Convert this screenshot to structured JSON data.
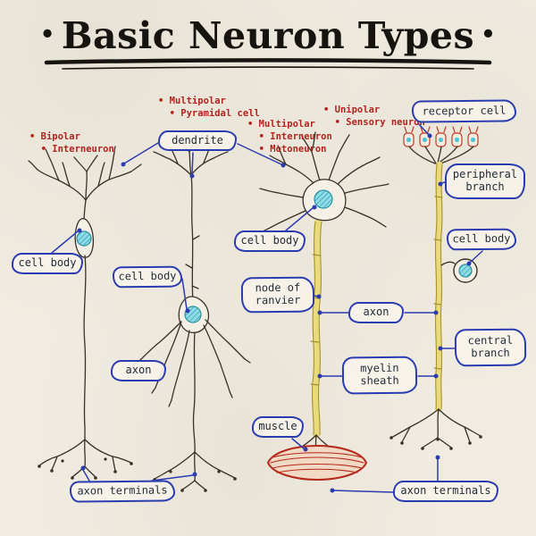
{
  "title": {
    "left_dot": "•",
    "text": "Basic Neuron Types",
    "right_dot": "•"
  },
  "type_labels": [
    {
      "id": "bipolar",
      "text": "• Bipolar\n  • Interneuron"
    },
    {
      "id": "pyramidal",
      "text": "• Multipolar\n  • Pyramidal cell"
    },
    {
      "id": "motoneuron",
      "text": "• Multipolar\n  • Interneuron\n  • Motoneuron"
    },
    {
      "id": "sensory",
      "text": "• Unipolar\n  • Sensory neuron"
    }
  ],
  "part_labels": [
    {
      "id": "dendrite",
      "text": "dendrite"
    },
    {
      "id": "receptor-cell",
      "text": "receptor cell"
    },
    {
      "id": "peripheral-branch",
      "text": "peripheral branch"
    },
    {
      "id": "cell-body-sensory",
      "text": "cell body"
    },
    {
      "id": "cell-body-bipolar",
      "text": "cell body"
    },
    {
      "id": "cell-body-pyramidal",
      "text": "cell body"
    },
    {
      "id": "cell-body-motoneuron",
      "text": "cell body"
    },
    {
      "id": "node-of-ranvier",
      "text": "node of ranvier"
    },
    {
      "id": "axon-right",
      "text": "axon"
    },
    {
      "id": "central-branch",
      "text": "central branch"
    },
    {
      "id": "axon-left",
      "text": "axon"
    },
    {
      "id": "myelin-sheath",
      "text": "myelin sheath"
    },
    {
      "id": "muscle",
      "text": "muscle"
    },
    {
      "id": "axon-terminals-left",
      "text": "axon terminals"
    },
    {
      "id": "axon-terminals-right",
      "text": "axon terminals"
    }
  ],
  "colors": {
    "ink": "#3a3027",
    "label_blue": "#2b3cb0",
    "type_label_red": "#b12420",
    "nucleus_cyan": "#8edce6",
    "axon_yellow": "#e9da7c",
    "muscle_red": "#b5291d",
    "paper": "#f1ece1"
  }
}
